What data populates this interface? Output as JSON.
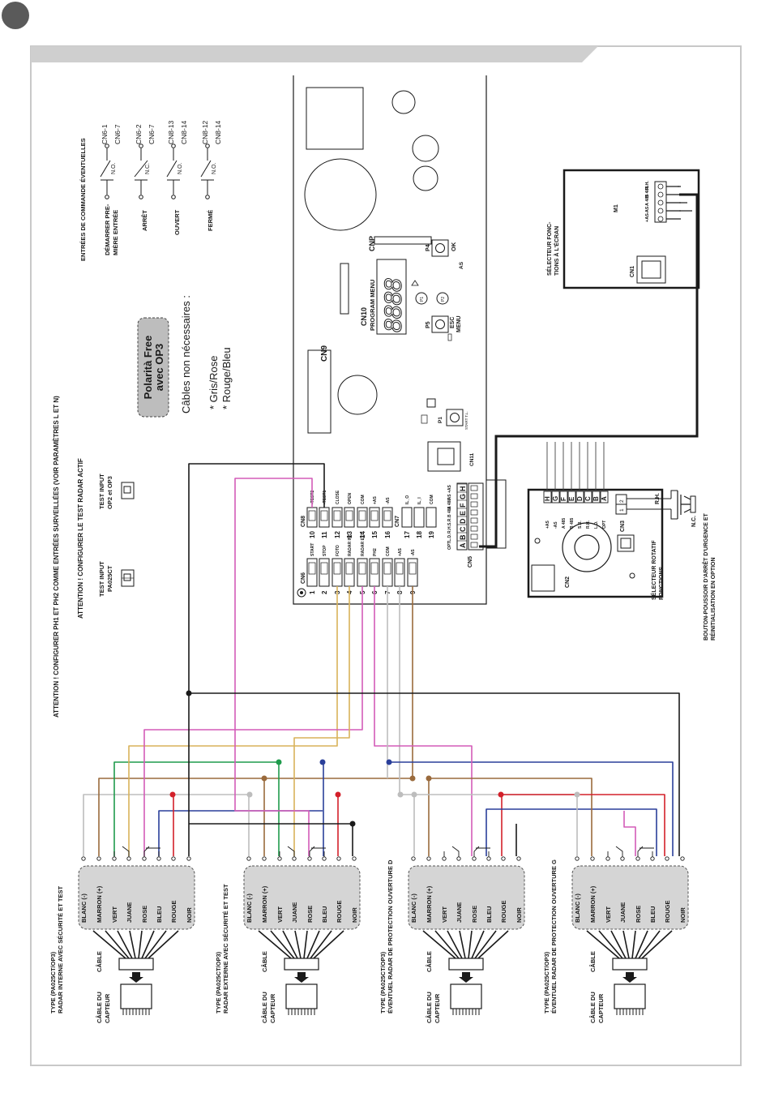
{
  "attention": {
    "line1": "ATTENTION ! CONFIGURER PH1 ET PH2 COMME ENTRÉES SURVEILLÉES (VOIR PARAMÈTRES L ET N)",
    "line2": "ATTENTION ! CONFIGURER LE TEST RADAR ACTIF"
  },
  "test_inputs": [
    {
      "label1": "TEST INPUT",
      "label2": "PA025CT"
    },
    {
      "label1": "TEST INPUT",
      "label2": "OP2 et OP3"
    }
  ],
  "polarita": {
    "line1": "Polarità Free",
    "line2": "avec OP3"
  },
  "cables_note": {
    "title": "Câbles non nécessaires :",
    "items": [
      "* Gris/Rose",
      "* Rouge/Bleu"
    ]
  },
  "optional_inputs": {
    "title": "ENTRÉES DE COMMANDE ÉVENTUELLES",
    "items": [
      {
        "label1": "DÉMARRER PRE-",
        "label2": "MIÈRE ENTRÉE",
        "contact": "N.O.",
        "pin1": "CN6-1",
        "pin2": "CN6-7"
      },
      {
        "label1": "ARRÊT",
        "label2": "",
        "contact": "N.C.",
        "pin1": "CN6-2",
        "pin2": "CN6-7"
      },
      {
        "label1": "OUVERT",
        "label2": "",
        "contact": "N.O.",
        "pin1": "CN8-13",
        "pin2": "CN8-14"
      },
      {
        "label1": "FERMÉ",
        "label2": "",
        "contact": "N.O.",
        "pin1": "CN8-12",
        "pin2": "CN8-14"
      }
    ]
  },
  "board": {
    "cnp": "CNP",
    "cn9": "CN9",
    "cn10": "CN10",
    "program_menu": "PROGRAM MENU",
    "display": "8888",
    "p4": "P4",
    "ok": "OK",
    "p5": "P5",
    "esc": "ESC",
    "menu": "MENU",
    "p1": "P1",
    "start_tl": "START T.L.",
    "cn11": "CN11",
    "btn_p1": "P1",
    "btn_p2": "P2",
    "as_mark": "AS",
    "cn6": "CN6",
    "cn6_labels": [
      "START",
      "STOP",
      "FOTO",
      "RADAR INT",
      "RADAR EXT",
      "PH2",
      "COM",
      "+AS",
      "-AS"
    ],
    "cn6_nums": [
      "1",
      "2",
      "3",
      "4",
      "5",
      "6",
      "7",
      "8",
      "9"
    ],
    "cn8": "CN8",
    "cn8_labels": [
      "-TEST2",
      "-TEST1",
      "CLOSE",
      "OPEN",
      "COM",
      "+AS",
      "-AS"
    ],
    "cn8_nums": [
      "10",
      "11",
      "12",
      "13",
      "14",
      "15",
      "16"
    ],
    "cn7": "CN7",
    "cn7_labels": [
      "IL_O",
      "IL_I",
      "COM"
    ],
    "cn7_nums": [
      "17",
      "18",
      "19"
    ],
    "cn5": "CN5",
    "cn5_labels": [
      "OPT",
      "L.D.",
      "R.H.",
      "S.R.",
      "B 485",
      "A 485",
      "-AS",
      "+AS"
    ],
    "cn5_letters": [
      "A",
      "B",
      "C",
      "D",
      "E",
      "F",
      "G",
      "H"
    ]
  },
  "selector_display": {
    "title1": "SÉLECTEUR FONC-",
    "title2": "TIONS À L'ÉCRAN",
    "cn1": "CN1",
    "m1": "M1",
    "pins": [
      "R.H.",
      "B 485",
      "A 485",
      "-AS",
      "+AS"
    ]
  },
  "rotary_selector": {
    "title1": "SÉLECTEUR ROTATIF",
    "title2": "FONCTIONS",
    "cn2": "CN2",
    "cn3": "CN3",
    "cn3_pins": [
      "2",
      "1"
    ],
    "labels": [
      "+AS",
      "-AS",
      "A 485",
      "B 485",
      "S.R.",
      "R.H.",
      "L.D.",
      "OPT"
    ],
    "letters": [
      "H",
      "G",
      "F",
      "E",
      "D",
      "C",
      "B",
      "A"
    ]
  },
  "emergency": {
    "line1": "BOUTON-POUSSOIR D'ARRÊT D'URGENCE ET",
    "line2": "RÉINITIALISATION EN OPTION",
    "rh": "R.H.",
    "nc": "N.C."
  },
  "sensors": [
    {
      "title1": "TYPE (PA025CT/OP3)",
      "title2": "RADAR INTERNE AVEC SÉCURITÉ ET TEST"
    },
    {
      "title1": "TYPE (PA025CT/OP3)",
      "title2": "RADAR EXTERNE AVEC SÉCURITÉ ET TEST"
    },
    {
      "title1": "TYPE (PA025CT/OP3)",
      "title2": "ÉVENTUEL RADAR DE PROTECTION OUVERTURE D"
    },
    {
      "title1": "TYPE (PA025CT/OP3)",
      "title2": "ÉVENTUEL RADAR DE PROTECTION OUVERTURE G"
    }
  ],
  "wire_labels": [
    "BLANC (-)",
    "MARRON (+)",
    "VERT",
    "JUANE",
    "ROSE",
    "BLEU",
    "ROUGE",
    "NOIR"
  ],
  "cable_labels": {
    "cable": "CÂBLE",
    "sensor1": "CÂBLE DU",
    "sensor2": "CAPTEUR"
  },
  "colors": {
    "blanc": "#bdbdbd",
    "marron": "#9a6a3c",
    "vert": "#1f9b4c",
    "juane": "#d8b25a",
    "rose": "#d35bb8",
    "bleu": "#2a3f9a",
    "rouge": "#d3202a",
    "noir": "#1a1a1a",
    "frame": "#c8c8c8",
    "header_bar": "#cfcfcf"
  }
}
